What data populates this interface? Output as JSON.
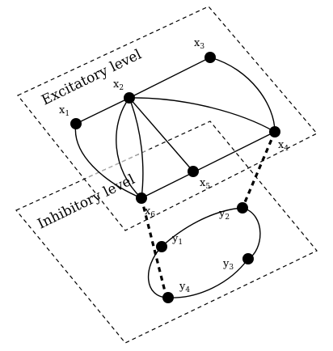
{
  "levels": {
    "excitatory": "Excitatory level",
    "inhibitory": "Inhibitory level"
  },
  "nodes": {
    "x1": {
      "base": "x",
      "sub": "1"
    },
    "x2": {
      "base": "x",
      "sub": "2"
    },
    "x3": {
      "base": "x",
      "sub": "3"
    },
    "x4": {
      "base": "x",
      "sub": "4"
    },
    "x5": {
      "base": "x",
      "sub": "5"
    },
    "x6": {
      "base": "x",
      "sub": "6"
    },
    "y1": {
      "base": "y",
      "sub": "1"
    },
    "y2": {
      "base": "y",
      "sub": "2"
    },
    "y3": {
      "base": "y",
      "sub": "3"
    },
    "y4": {
      "base": "y",
      "sub": "4"
    }
  }
}
